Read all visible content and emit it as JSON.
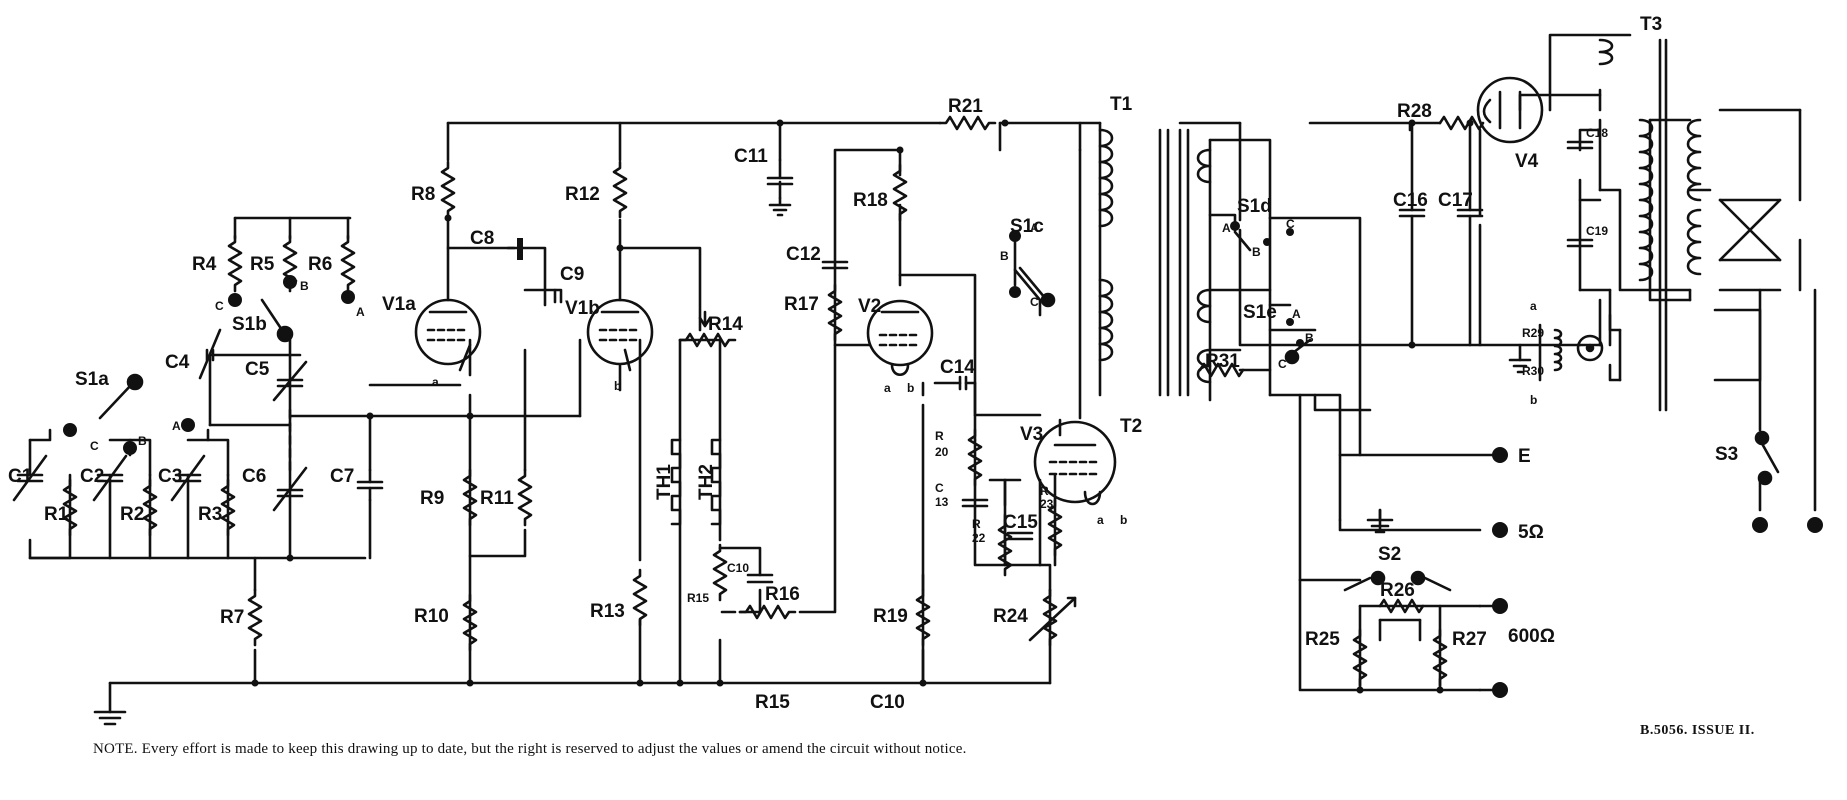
{
  "components": {
    "C1": "C1",
    "C2": "C2",
    "C3": "C3",
    "C4": "C4",
    "C5": "C5",
    "C6": "C6",
    "C7": "C7",
    "C8": "C8",
    "C9": "C9",
    "C10": "C10",
    "C11": "C11",
    "C12": "C12",
    "C14": "C14",
    "C15": "C15",
    "C16": "C16",
    "C17": "C17",
    "C18": "C18",
    "C19": "C19",
    "R1": "R1",
    "R2": "R2",
    "R3": "R3",
    "R4": "R4",
    "R5": "R5",
    "R6": "R6",
    "R7": "R7",
    "R8": "R8",
    "R9": "R9",
    "R10": "R10",
    "R11": "R11",
    "R12": "R12",
    "R13": "R13",
    "R14": "R14",
    "R15": "R15",
    "R16": "R16",
    "R17": "R17",
    "R18": "R18",
    "R19": "R19",
    "R21": "R21",
    "R24": "R24",
    "R25": "R25",
    "R26": "R26",
    "R27": "R27",
    "R28": "R28",
    "R29": "R29",
    "R30": "R30",
    "R31": "R31",
    "R20_a": "R",
    "R20_b": "20",
    "C13_a": "C",
    "C13_b": "13",
    "R22_a": "R",
    "R22_b": "22",
    "R23_a": "R",
    "R23_b": "23",
    "V1a": "V1a",
    "V1b": "V1b",
    "V2": "V2",
    "V3": "V3",
    "V4": "V4",
    "T1": "T1",
    "T2": "T2",
    "T3": "T3",
    "TH1": "TH1",
    "TH2": "TH2",
    "S1a": "S1a",
    "S1b": "S1b",
    "S1c": "S1c",
    "S1d": "S1d",
    "S1e": "S1e",
    "S2": "S2",
    "S3": "S3"
  },
  "terminals": {
    "E": "E",
    "five_ohm": "5Ω",
    "six_hundred_ohm": "600Ω"
  },
  "pins": {
    "A": "A",
    "B": "B",
    "C": "C",
    "a": "a",
    "b": "b"
  },
  "bottom_labels": {
    "r15": "R15",
    "c10": "C10"
  },
  "note": "NOTE.  Every effort is made to keep this drawing up to date, but the right is reserved to adjust the values or amend the circuit without notice.",
  "drawing_ref": "B.5056.  ISSUE II."
}
